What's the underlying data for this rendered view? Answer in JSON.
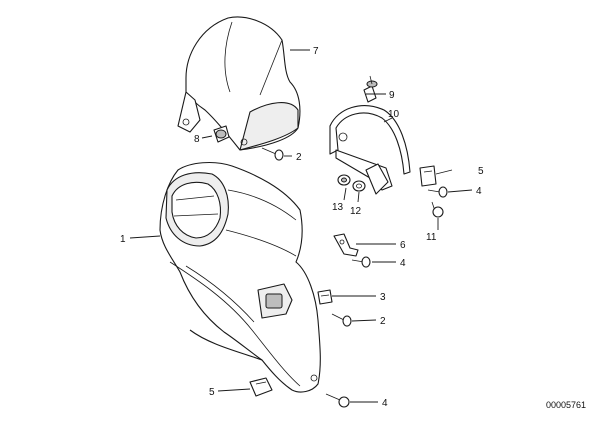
{
  "diagram": {
    "figure_code": "00005761",
    "callouts": {
      "c1": "1",
      "c2a": "2",
      "c2b": "2",
      "c3": "3",
      "c4a": "4",
      "c4b": "4",
      "c4c": "4",
      "c5a": "5",
      "c5b": "5",
      "c6": "6",
      "c7": "7",
      "c8": "8",
      "c9": "9",
      "c10": "10",
      "c11": "11",
      "c12": "12",
      "c13": "13"
    }
  }
}
